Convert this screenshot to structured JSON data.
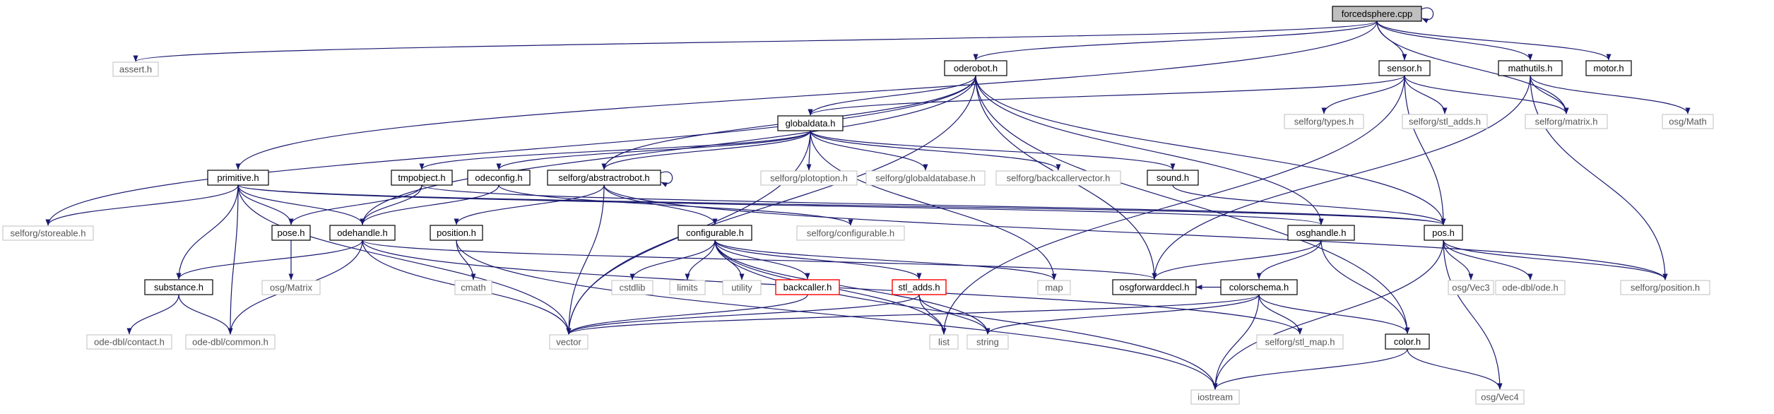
{
  "colors": {
    "edge": "#191970",
    "root_fill": "#bfbfbf",
    "missing_border": "#bfbfbf",
    "normal_border": "#000000",
    "truncated_border": "#ff0000",
    "text": "#000000",
    "missing_text": "#555555"
  },
  "nodes": [
    {
      "id": "forcedsphere",
      "label": "forcedsphere.cpp",
      "style": "root"
    },
    {
      "id": "assert",
      "label": "assert.h",
      "style": "missing"
    },
    {
      "id": "oderobot",
      "label": "oderobot.h",
      "style": "normal"
    },
    {
      "id": "sensor",
      "label": "sensor.h",
      "style": "normal"
    },
    {
      "id": "mathutils",
      "label": "mathutils.h",
      "style": "normal"
    },
    {
      "id": "motor",
      "label": "motor.h",
      "style": "normal"
    },
    {
      "id": "globaldata",
      "label": "globaldata.h",
      "style": "normal"
    },
    {
      "id": "selforg_types",
      "label": "selforg/types.h",
      "style": "missing"
    },
    {
      "id": "selforg_stladds",
      "label": "selforg/stl_adds.h",
      "style": "missing"
    },
    {
      "id": "selforg_matrix",
      "label": "selforg/matrix.h",
      "style": "missing"
    },
    {
      "id": "osg_math",
      "label": "osg/Math",
      "style": "missing"
    },
    {
      "id": "primitive",
      "label": "primitive.h",
      "style": "normal"
    },
    {
      "id": "tmpobject",
      "label": "tmpobject.h",
      "style": "normal"
    },
    {
      "id": "odeconfig",
      "label": "odeconfig.h",
      "style": "normal"
    },
    {
      "id": "abstractrobot",
      "label": "selforg/abstractrobot.h",
      "style": "normal"
    },
    {
      "id": "plotoption",
      "label": "selforg/plotoption.h",
      "style": "missing"
    },
    {
      "id": "globaldatabase",
      "label": "selforg/globaldatabase.h",
      "style": "missing"
    },
    {
      "id": "backcallervector",
      "label": "selforg/backcallervector.h",
      "style": "missing"
    },
    {
      "id": "sound",
      "label": "sound.h",
      "style": "normal"
    },
    {
      "id": "storeable",
      "label": "selforg/storeable.h",
      "style": "missing"
    },
    {
      "id": "pose",
      "label": "pose.h",
      "style": "normal"
    },
    {
      "id": "odehandle",
      "label": "odehandle.h",
      "style": "normal"
    },
    {
      "id": "position",
      "label": "position.h",
      "style": "normal"
    },
    {
      "id": "configurable_sf",
      "label": "selforg/configurable.h",
      "style": "missing"
    },
    {
      "id": "configurable",
      "label": "configurable.h",
      "style": "normal"
    },
    {
      "id": "osghandle",
      "label": "osghandle.h",
      "style": "normal"
    },
    {
      "id": "pos",
      "label": "pos.h",
      "style": "normal"
    },
    {
      "id": "osg_matrix",
      "label": "osg/Matrix",
      "style": "missing"
    },
    {
      "id": "cmath",
      "label": "cmath",
      "style": "missing"
    },
    {
      "id": "cstdlib",
      "label": "cstdlib",
      "style": "missing"
    },
    {
      "id": "limits",
      "label": "limits",
      "style": "missing"
    },
    {
      "id": "utility",
      "label": "utility",
      "style": "missing"
    },
    {
      "id": "backcaller",
      "label": "backcaller.h",
      "style": "truncated"
    },
    {
      "id": "stl_adds",
      "label": "stl_adds.h",
      "style": "truncated"
    },
    {
      "id": "map",
      "label": "map",
      "style": "missing"
    },
    {
      "id": "osgforwarddecl",
      "label": "osgforwarddecl.h",
      "style": "normal"
    },
    {
      "id": "colorschema",
      "label": "colorschema.h",
      "style": "normal"
    },
    {
      "id": "osg_vec3",
      "label": "osg/Vec3",
      "style": "missing"
    },
    {
      "id": "ode_dbl_ode",
      "label": "ode-dbl/ode.h",
      "style": "missing"
    },
    {
      "id": "selforg_position",
      "label": "selforg/position.h",
      "style": "missing"
    },
    {
      "id": "substance",
      "label": "substance.h",
      "style": "normal"
    },
    {
      "id": "ode_contact",
      "label": "ode-dbl/contact.h",
      "style": "missing"
    },
    {
      "id": "ode_common",
      "label": "ode-dbl/common.h",
      "style": "missing"
    },
    {
      "id": "vector",
      "label": "vector",
      "style": "missing"
    },
    {
      "id": "list",
      "label": "list",
      "style": "missing"
    },
    {
      "id": "string",
      "label": "string",
      "style": "missing"
    },
    {
      "id": "stl_map",
      "label": "selforg/stl_map.h",
      "style": "missing"
    },
    {
      "id": "color",
      "label": "color.h",
      "style": "normal"
    },
    {
      "id": "iostream",
      "label": "iostream",
      "style": "missing"
    },
    {
      "id": "osg_vec4",
      "label": "osg/Vec4",
      "style": "missing"
    }
  ],
  "edges": [
    [
      "forcedsphere",
      "forcedsphere"
    ],
    [
      "forcedsphere",
      "assert"
    ],
    [
      "forcedsphere",
      "oderobot"
    ],
    [
      "forcedsphere",
      "sensor"
    ],
    [
      "forcedsphere",
      "mathutils"
    ],
    [
      "forcedsphere",
      "motor"
    ],
    [
      "forcedsphere",
      "selforg_matrix"
    ],
    [
      "forcedsphere",
      "primitive"
    ],
    [
      "oderobot",
      "globaldata"
    ],
    [
      "oderobot",
      "odehandle"
    ],
    [
      "oderobot",
      "abstractrobot"
    ],
    [
      "oderobot",
      "vector"
    ],
    [
      "oderobot",
      "osghandle"
    ],
    [
      "oderobot",
      "pos"
    ],
    [
      "oderobot",
      "osgforwarddecl"
    ],
    [
      "oderobot",
      "color"
    ],
    [
      "oderobot",
      "storeable"
    ],
    [
      "sensor",
      "globaldata"
    ],
    [
      "sensor",
      "selforg_types"
    ],
    [
      "sensor",
      "selforg_stladds"
    ],
    [
      "sensor",
      "selforg_matrix"
    ],
    [
      "sensor",
      "list"
    ],
    [
      "sensor",
      "pos"
    ],
    [
      "mathutils",
      "selforg_matrix"
    ],
    [
      "mathutils",
      "osg_math"
    ],
    [
      "mathutils",
      "osgforwarddecl"
    ],
    [
      "mathutils",
      "selforg_position"
    ],
    [
      "globaldata",
      "tmpobject"
    ],
    [
      "globaldata",
      "odeconfig"
    ],
    [
      "globaldata",
      "abstractrobot"
    ],
    [
      "globaldata",
      "plotoption"
    ],
    [
      "globaldata",
      "globaldatabase"
    ],
    [
      "globaldata",
      "backcallervector"
    ],
    [
      "globaldata",
      "sound"
    ],
    [
      "globaldata",
      "vector"
    ],
    [
      "globaldata",
      "map"
    ],
    [
      "abstractrobot",
      "abstractrobot"
    ],
    [
      "abstractrobot",
      "position"
    ],
    [
      "abstractrobot",
      "configurable"
    ],
    [
      "abstractrobot",
      "vector"
    ],
    [
      "abstractrobot",
      "selforg_position"
    ],
    [
      "primitive",
      "storeable"
    ],
    [
      "primitive",
      "pose"
    ],
    [
      "primitive",
      "odehandle"
    ],
    [
      "primitive",
      "substance"
    ],
    [
      "primitive",
      "vector"
    ],
    [
      "primitive",
      "ode_common"
    ],
    [
      "primitive",
      "pos"
    ],
    [
      "primitive",
      "osghandle"
    ],
    [
      "tmpobject",
      "pose"
    ],
    [
      "tmpobject",
      "odehandle"
    ],
    [
      "tmpobject",
      "pos"
    ],
    [
      "odeconfig",
      "odehandle"
    ],
    [
      "odeconfig",
      "configurable_sf"
    ],
    [
      "sound",
      "pos"
    ],
    [
      "pose",
      "osg_matrix"
    ],
    [
      "odehandle",
      "substance"
    ],
    [
      "odehandle",
      "ode_common"
    ],
    [
      "odehandle",
      "vector"
    ],
    [
      "odehandle",
      "osgforwarddecl"
    ],
    [
      "odehandle",
      "stl_map"
    ],
    [
      "position",
      "cmath"
    ],
    [
      "position",
      "iostream"
    ],
    [
      "configurable",
      "cstdlib"
    ],
    [
      "configurable",
      "limits"
    ],
    [
      "configurable",
      "utility"
    ],
    [
      "configurable",
      "backcaller"
    ],
    [
      "configurable",
      "stl_adds"
    ],
    [
      "configurable",
      "map"
    ],
    [
      "configurable",
      "list"
    ],
    [
      "configurable",
      "string"
    ],
    [
      "configurable",
      "iostream"
    ],
    [
      "backcaller",
      "vector"
    ],
    [
      "stl_adds",
      "list"
    ],
    [
      "stl_adds",
      "string"
    ],
    [
      "stl_adds",
      "vector"
    ],
    [
      "osghandle",
      "osgforwarddecl"
    ],
    [
      "osghandle",
      "colorschema"
    ],
    [
      "osghandle",
      "color"
    ],
    [
      "pos",
      "osg_vec3"
    ],
    [
      "pos",
      "ode_dbl_ode"
    ],
    [
      "pos",
      "selforg_position"
    ],
    [
      "pos",
      "iostream"
    ],
    [
      "pos",
      "osg_vec4"
    ],
    [
      "colorschema",
      "osgforwarddecl"
    ],
    [
      "colorschema",
      "color"
    ],
    [
      "colorschema",
      "stl_map"
    ],
    [
      "colorschema",
      "string"
    ],
    [
      "colorschema",
      "vector"
    ],
    [
      "colorschema",
      "iostream"
    ],
    [
      "substance",
      "ode_contact"
    ],
    [
      "substance",
      "ode_common"
    ],
    [
      "color",
      "iostream"
    ],
    [
      "color",
      "osg_vec4"
    ]
  ]
}
